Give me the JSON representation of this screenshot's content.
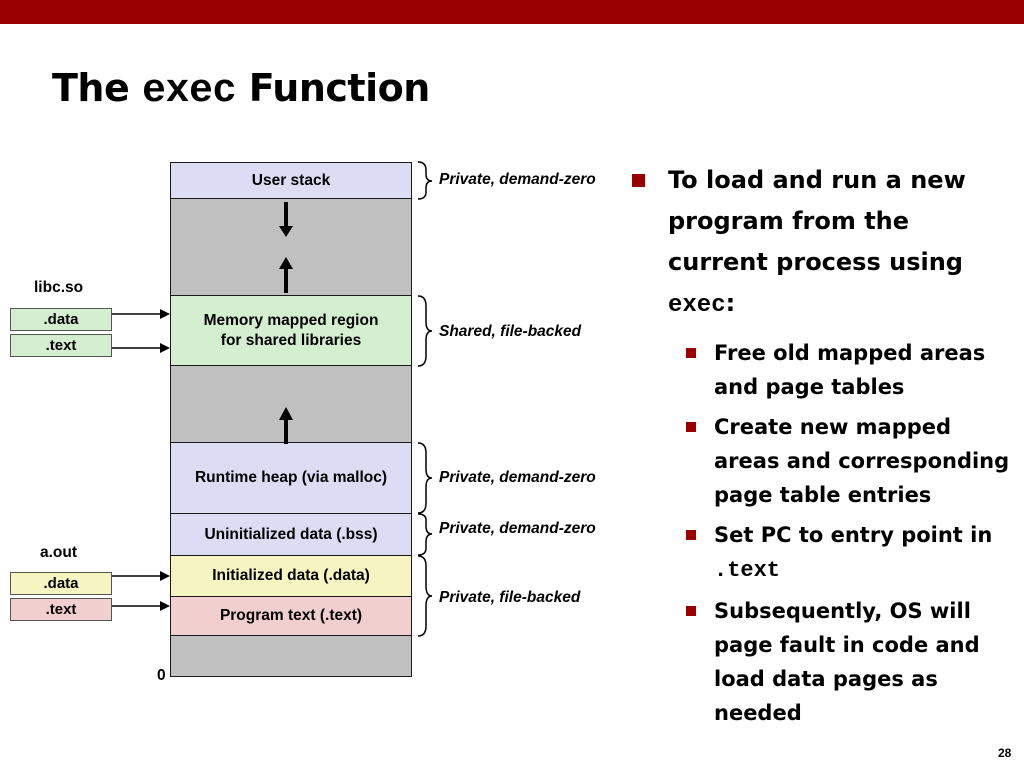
{
  "slide": {
    "title_pre": "The",
    "title_code": "exec",
    "title_post": "Function",
    "page_number": "28"
  },
  "diagram": {
    "segments": {
      "user_stack": "User stack",
      "shared_libs_line1": "Memory mapped region",
      "shared_libs_line2": "for shared libraries",
      "heap": "Runtime heap (via malloc)",
      "bss": "Uninitialized data (.bss)",
      "data": "Initialized data (.data)",
      "text": "Program text (.text)"
    },
    "zero_label": "0",
    "libc": {
      "label": "libc.so",
      "data": ".data",
      "text": ".text"
    },
    "aout": {
      "label": "a.out",
      "data": ".data",
      "text": ".text"
    },
    "annotations": {
      "stack": "Private, demand-zero",
      "shared": "Shared, file-backed",
      "heap": "Private, demand-zero",
      "bss": "Private, demand-zero",
      "data_text": "Private, file-backed"
    },
    "colors": {
      "user_stack": "#dcdcf4",
      "shared_libs": "#d4efd0",
      "heap": "#dcdcf4",
      "bss": "#dcdcf4",
      "data": "#f6f4c0",
      "text": "#f2cfcf",
      "gap": "#c0c0c0"
    }
  },
  "bullets": {
    "main_prefix": "To load and run a new program from the current process using",
    "main_code": "exec",
    "main_suffix": ":",
    "sub1": "Free old mapped areas and page tables",
    "sub2": "Create new mapped areas and corresponding page table entries",
    "sub3_prefix": "Set PC to entry point in",
    "sub3_code": ".text",
    "sub4": "Subsequently, OS will page fault in code and load data pages as needed"
  }
}
